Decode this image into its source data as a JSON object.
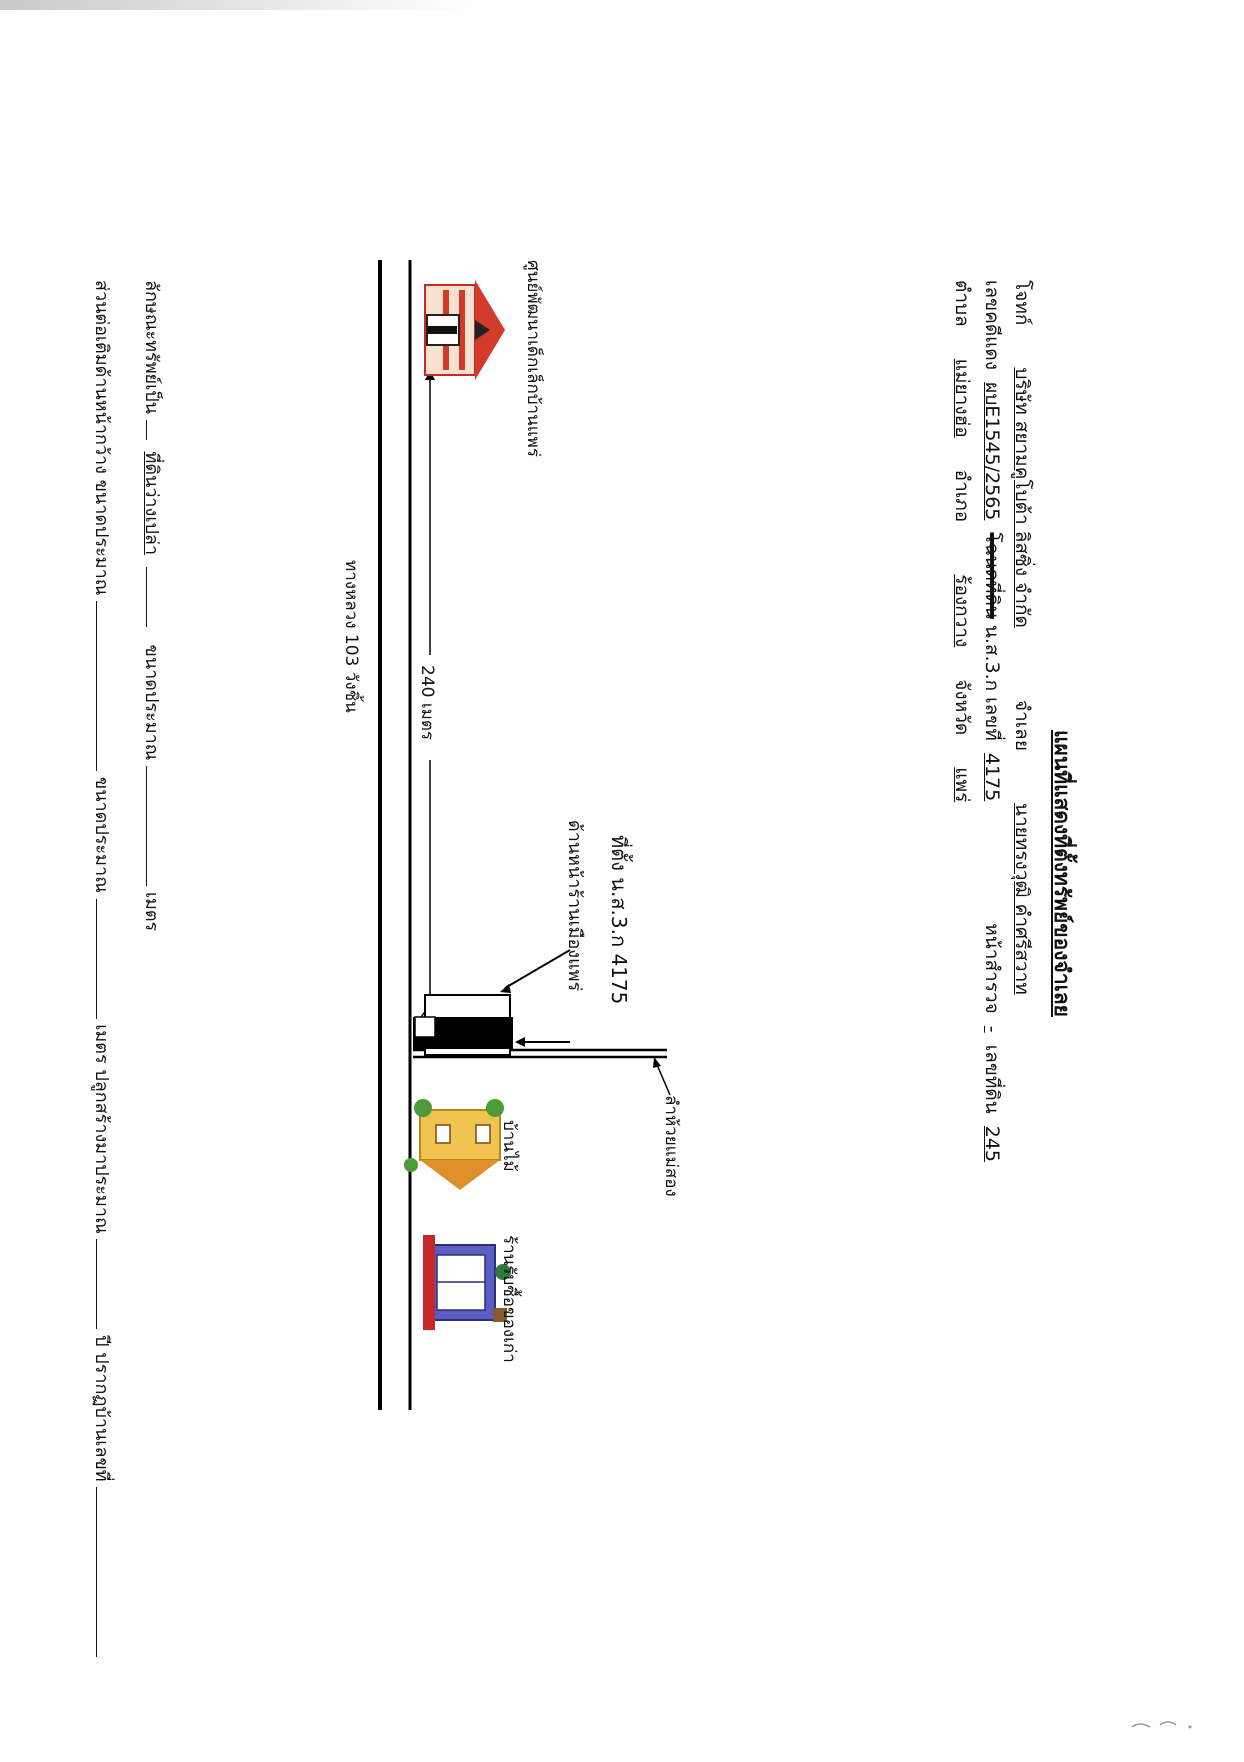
{
  "form": {
    "title": "แผนที่แสดงที่ตั้งทรัพย์ของจำเลย",
    "r1_l1": "โจทก์",
    "r1_v1": "บริษัท สยามคูโบต้า ลิสซิ่ง จำกัด",
    "r1_l2": "จำเลย",
    "r1_v2": "นายทรงวุฒิ คำศรีสวาท",
    "r2_l1": "เลขคดีแดง",
    "r2_v1": "ผบE1545/2565",
    "r2_l2": "โฉนดที่ดิน",
    "r2_l3": "น.ส.3.ก เลขที่",
    "r2_v3": "4175",
    "r2_l4": "หน้าสำรวจ",
    "r2_v4": "-",
    "r2_l5": "เลขที่ดิน",
    "r2_v5": "245",
    "r3_l1": "ตำบล",
    "r3_v1": "แม่ยางฮ่อ",
    "r3_l2": "อำเภอ",
    "r3_v2": "ร้องกวาง",
    "r3_l3": "จังหวัด",
    "r3_v3": "แพร่",
    "r4_l1": "ลักษณะทรัพย์เป็น",
    "r4_v1": "ที่ดินว่างเปล่า",
    "r4_l2": "ขนาดประมาณ",
    "r4_l3": "เมตร",
    "r5_l1": "ส่วนต่อเติมด้านหน้ากว้าง ขนาดประมาณ",
    "r5_l2": "ขนาดประมาณ",
    "r5_l3": "เมตร ปลูกสร้างมาประมาณ",
    "r5_l4": "ปี ปรากฏบ้านเลขที่"
  },
  "map": {
    "school_label": "ศูนย์พัฒนาเด็กเล็กบ้านแพร่",
    "distance_label": "240 เมตร",
    "highway_label": "ทางหลวง 103 วังชิ้น",
    "parcel_label": "ที่ตั้ง น.ส.3.ก 4175",
    "warehouse_label": "ด้านหน้าร้านเมืองแพร่",
    "road_label": "ลำห้วยแม่สอง",
    "house_label": "บ้านไม้",
    "shop_label": "ร้านรับซื้อของเก่า"
  }
}
